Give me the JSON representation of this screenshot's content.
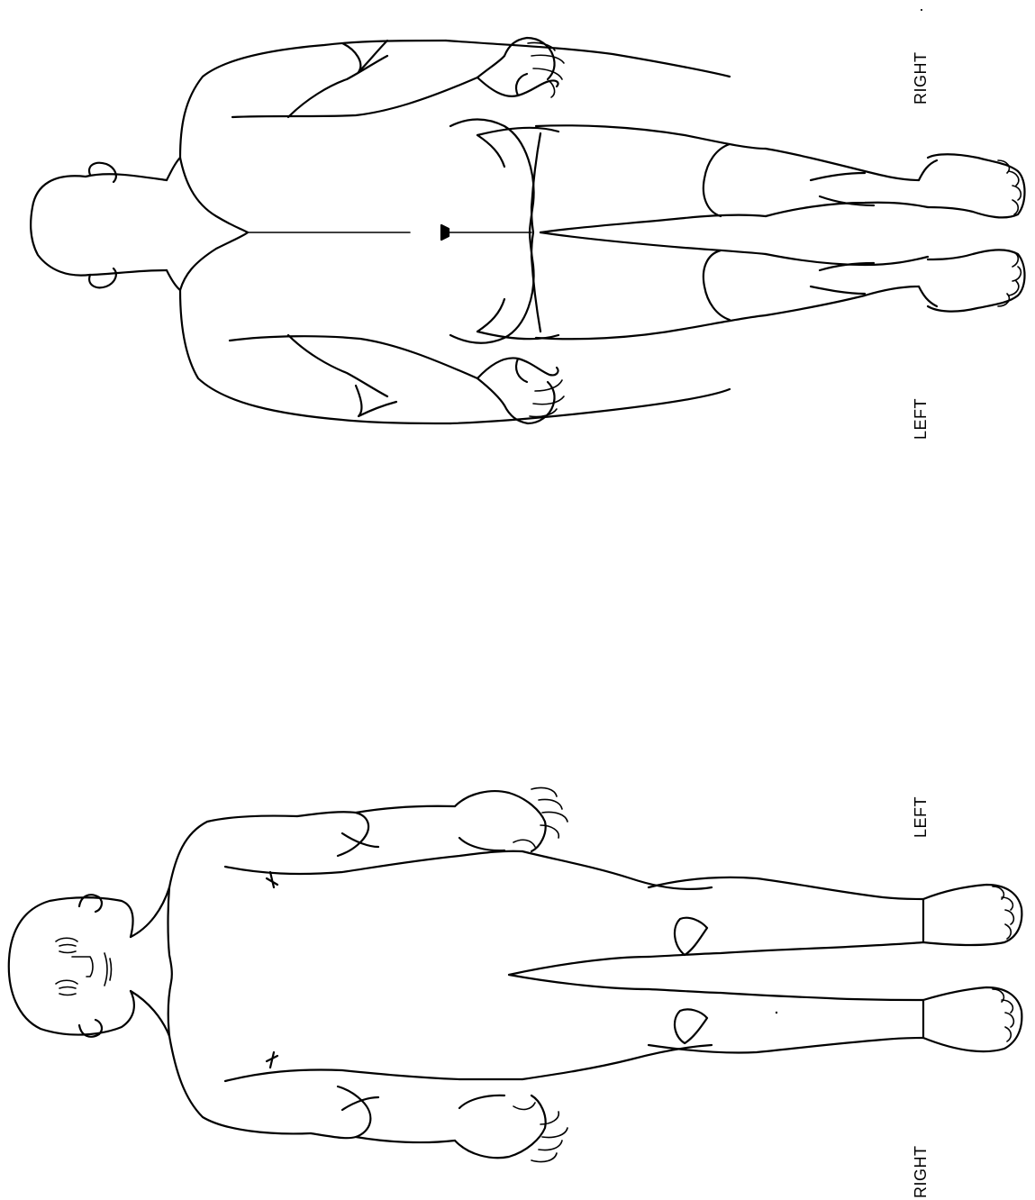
{
  "labels": {
    "back_right": "RIGHT",
    "back_left": "LEFT",
    "front_left": "LEFT",
    "front_right": "RIGHT",
    "corner_mark": "·"
  },
  "figures": [
    {
      "view": "back-view",
      "orientation": "rotated-90-ccw"
    },
    {
      "view": "front-view",
      "orientation": "rotated-90-ccw"
    }
  ],
  "colors": {
    "line": "#000000",
    "background": "#ffffff"
  }
}
